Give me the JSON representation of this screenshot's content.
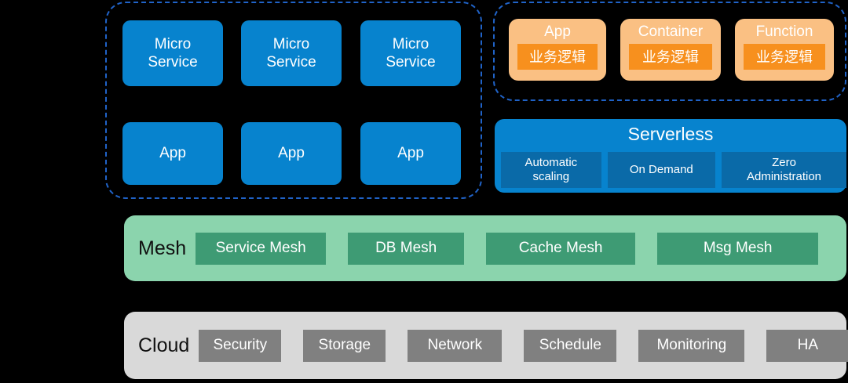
{
  "diagram": {
    "background_color": "#000000",
    "accent_blue": "#0783CE",
    "dashed_border_color": "#2063C8",
    "orange_outer": "#FAC083",
    "orange_inner": "#F7901E",
    "mesh_band_color": "#8BD4AD",
    "mesh_chip_color": "#3E9B74",
    "cloud_band_color": "#D9D9D9",
    "cloud_chip_color": "#808080"
  },
  "microservice_group": {
    "tiles": [
      {
        "label": "Micro\nService"
      },
      {
        "label": "Micro\nService"
      },
      {
        "label": "Micro\nService"
      },
      {
        "label": "App"
      },
      {
        "label": "App"
      },
      {
        "label": "App"
      }
    ]
  },
  "workload_group": {
    "cards": [
      {
        "title": "App",
        "inner": "业务逻辑"
      },
      {
        "title": "Container",
        "inner": "业务逻辑"
      },
      {
        "title": "Function",
        "inner": "业务逻辑"
      }
    ]
  },
  "serverless": {
    "title": "Serverless",
    "chips": [
      {
        "label": "Automatic\nscaling"
      },
      {
        "label": "On Demand"
      },
      {
        "label": "Zero\nAdministration"
      }
    ]
  },
  "mesh_layer": {
    "label": "Mesh",
    "chips": [
      {
        "label": "Service Mesh"
      },
      {
        "label": "DB Mesh"
      },
      {
        "label": "Cache Mesh"
      },
      {
        "label": "Msg Mesh"
      }
    ]
  },
  "cloud_layer": {
    "label": "Cloud",
    "chips": [
      {
        "label": "Security"
      },
      {
        "label": "Storage"
      },
      {
        "label": "Network"
      },
      {
        "label": "Schedule"
      },
      {
        "label": "Monitoring"
      },
      {
        "label": "HA"
      }
    ]
  }
}
